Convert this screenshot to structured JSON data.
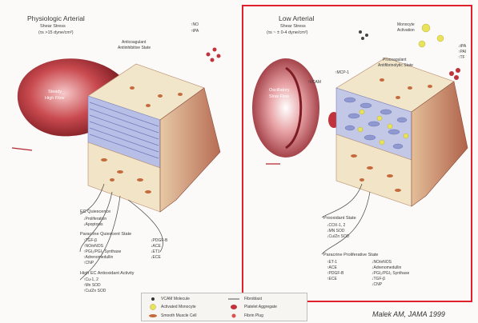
{
  "left_panel": {
    "title_line1": "Physiologic Arterial",
    "title_line2": "Shear Stress",
    "title_line3": "(τs >15 dyne/cm²)",
    "vessel_label_line1": "Steady",
    "vessel_label_line2": "High Flow",
    "state_label_line1": "Anticoagulant",
    "state_label_line2": "Antiinhibitive State",
    "factors_line1": "↑NO",
    "factors_line2": "↑tPA",
    "ec_block_title": "EC Quiescence",
    "ec_items": [
      "↓Proliferation",
      "↓Apoptosis"
    ],
    "paracrine_title": "Paracrine Quiescent State",
    "paracrine_left": [
      "↑TGF-β",
      "↑NO/eNOS",
      "↑PGI₂/PGI₂ Synthase",
      "↑Adrenomedullin",
      "↑CNP"
    ],
    "paracrine_right": [
      "↓PDGF-B",
      "↓ACE",
      "↓ET1",
      "↓ECE"
    ],
    "antioxidant_title": "High EC Antioxidant Activity",
    "antioxidant_items": [
      "↑Cu-1, 2",
      "↑Mn SOD",
      "↑Cu/Zn SOD"
    ]
  },
  "right_panel": {
    "title_line1": "Low Arterial",
    "title_line2": "Shear Stress",
    "title_line3": "(τs ~ ± 0-4 dyne/cm²)",
    "vessel_label_line1": "Oscillatory",
    "vessel_label_line2": "Slow Flow",
    "monocyte_label_line1": "Monocyte",
    "monocyte_label_line2": "Activation",
    "state_label_line1": "Procoagulant",
    "state_label_line2": "Antifibrinolytic State",
    "factors_line1": "↓tPA",
    "factors_line2": "↑PAI",
    "factors_line3": "↑TF",
    "mcp_label": "↑MCP-1",
    "vcam_label": "↑VCAM",
    "prooxidant_title": "Prooxidant State",
    "prooxidant_items": [
      "↓COX-1, 2",
      "↓MN SOD",
      "↓Cu/Zn SOD"
    ],
    "proliferative_title": "Paracrine Proliferative State",
    "proliferative_left": [
      "↑ET-1",
      "↑ACE",
      "↑PDGF-B",
      "↑ECE"
    ],
    "proliferative_right": [
      "↓NO/eNOS",
      "↓Adrenomedullin",
      "↓PGI₂/PGI₂ Synthase",
      "↓TGF-β",
      "↓CNP"
    ]
  },
  "legend": {
    "items": [
      {
        "label": "VCAM Molecule"
      },
      {
        "label": "Activated Monocyte"
      },
      {
        "label": "Smooth Muscle Cell"
      },
      {
        "label": "Fibroblast"
      },
      {
        "label": "Platelet Aggregate"
      },
      {
        "label": "Fibrin Plug"
      }
    ]
  },
  "citation": "Malek AM, JAMA 1999",
  "colors": {
    "vessel_red": "#b3262e",
    "vessel_light": "#f3c2c2",
    "endothelium_blue": "#aab3dd",
    "wall_beige": "#efe2c4",
    "highlight_box": "#e0202a",
    "activated_yellow": "#e8e35a"
  }
}
